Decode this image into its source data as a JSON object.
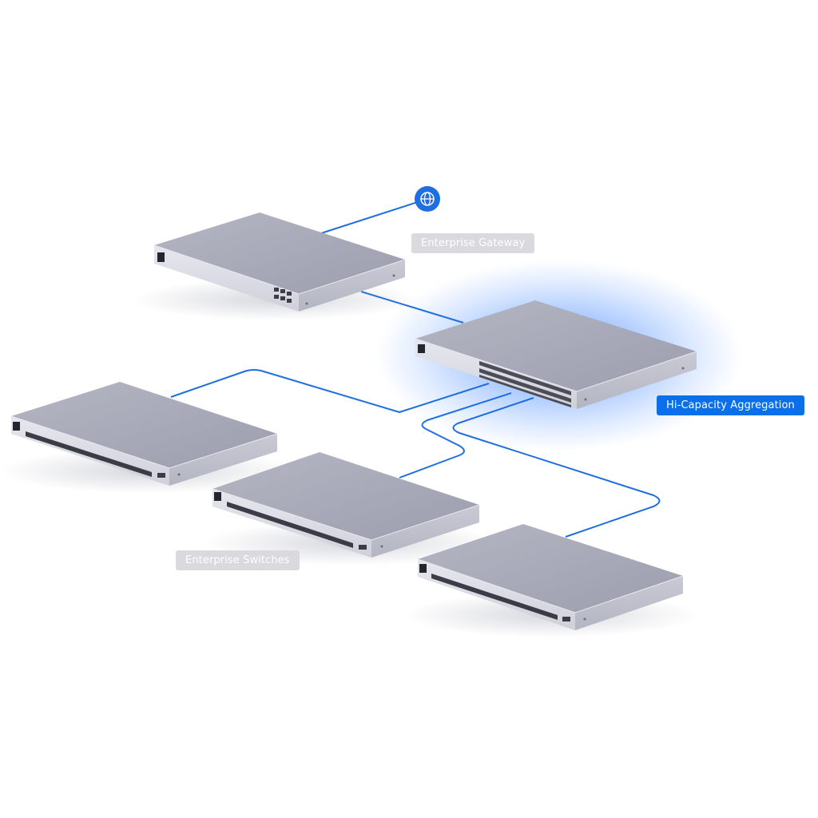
{
  "labels": {
    "gateway": "Enterprise Gateway",
    "aggregation": "Hi-Capacity Aggregation",
    "switches": "Enterprise Switches"
  },
  "icons": {
    "internet": "globe-icon"
  },
  "colors": {
    "link": "#1f6fe0",
    "accent": "#0a6fe8",
    "glow": "#2f7bff",
    "muted_label": "#d9d9de",
    "device_top": "#a6a8b6",
    "device_front": "#dcdde6"
  }
}
